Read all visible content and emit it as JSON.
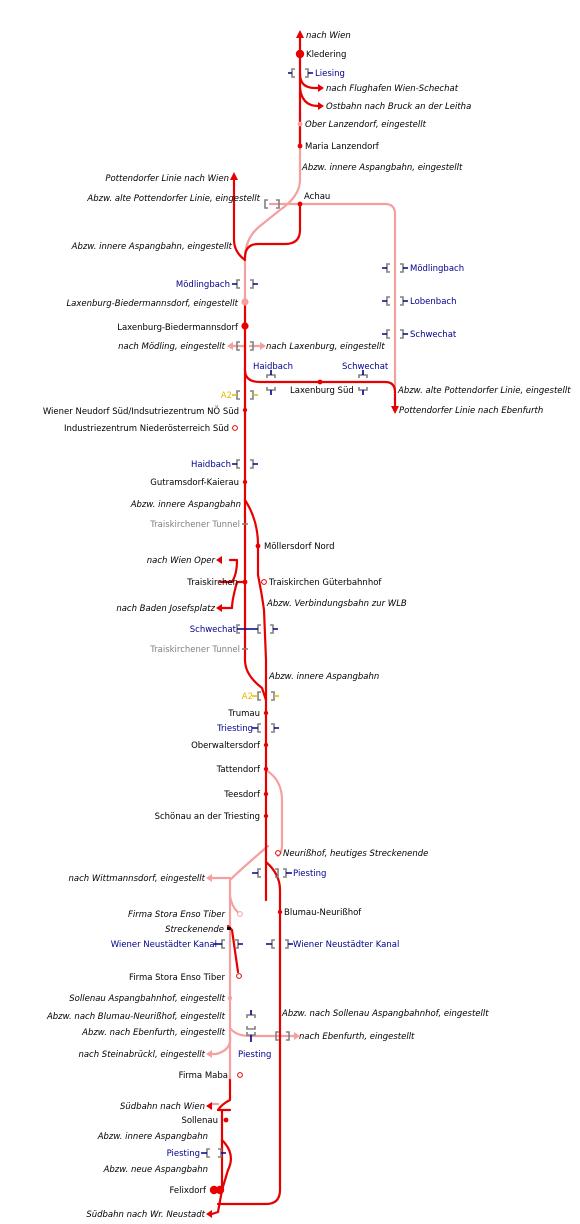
{
  "colors": {
    "line_active": "#e60000",
    "line_disused": "#f5a0a0",
    "water": "#00008b",
    "road": "#e6b800",
    "tunnel": "#808080"
  },
  "labels": {
    "nach_wien": "nach Wien",
    "kledering": "Kledering",
    "liesing": "Liesing",
    "flughafen": "nach Flughafen Wien-Schechat",
    "ostbahn": "Ostbahn nach Bruck an der Leitha",
    "ober_lanzendorf": "Ober Lanzendorf, eingestellt",
    "maria_lanzendorf": "Maria Lanzendorf",
    "abzw_innere_1": "Abzw. innere Aspangbahn, eingestellt",
    "pottendorfer_wien": "Pottendorfer Linie nach Wien",
    "achau": "Achau",
    "abzw_alte_pott_1": "Abzw. alte Pottendorfer Linie, eingestellt",
    "abzw_innere_2": "Abzw. innere Aspangbahn, eingestellt",
    "moedlingbach_r": "Mödlingbach",
    "moedlingbach_l": "Mödlingbach",
    "lobenbach": "Lobenbach",
    "laxenburg_bm_eing": "Laxenburg-Biedermannsdorf, eingestellt",
    "schwechat_r": "Schwechat",
    "laxenburg_bm": "Laxenburg-Biedermannsdorf",
    "nach_moedling": "nach Mödling, eingestellt",
    "nach_laxenburg": "nach Laxenburg, eingestellt",
    "haidbach_top": "Haidbach",
    "schwechat_top": "Schwechat",
    "laxenburg_sued": "Laxenburg Süd",
    "abzw_alte_pott_2": "Abzw. alte Pottendorfer Linie, eingestellt",
    "a2_1": "A2",
    "pott_ebenfurth": "Pottendorfer Linie nach Ebenfurth",
    "wr_neudorf": "Wiener Neudorf Süd/Indsutriezentrum NÖ Süd",
    "iz_noe": "Industriezentrum Niederösterreich Süd",
    "haidbach_2": "Haidbach",
    "gutramsdorf": "Gutramsdorf-Kaierau",
    "abzw_innere_3": "Abzw. innere Aspangbahn",
    "tunnel_1": "Traiskirchener Tunnel",
    "moellersdorf": "Möllersdorf Nord",
    "nach_wien_oper": "nach Wien Oper",
    "traiskirchen": "Traiskirchen",
    "traisk_gbf": "Traiskirchen Güterbahnhof",
    "nach_baden": "nach Baden Josefsplatz",
    "abzw_wlb": "Abzw. Verbindungsbahn zur WLB",
    "schwechat_2": "Schwechat",
    "tunnel_2": "Traiskirchener Tunnel",
    "abzw_innere_4": "Abzw. innere Aspangbahn",
    "a2_2": "A2",
    "trumau": "Trumau",
    "triesting_1": "Triesting",
    "oberwaltersdorf": "Oberwaltersdorf",
    "tattendorf": "Tattendorf",
    "teesdorf": "Teesdorf",
    "schoenau": "Schönau an der Triesting",
    "neurisshof": "Neurißhof, heutiges Streckenende",
    "piesting_1": "Piesting",
    "nach_wittmannsdorf": "nach Wittmannsdorf, eingestellt",
    "blumau": "Blumau-Neurißhof",
    "stora_enso_1": "Firma Stora Enso Tiber",
    "streckenende": "Streckenende",
    "wnk_l": "Wiener Neustädter Kanal",
    "wnk_r": "Wiener Neustädter Kanal",
    "stora_enso_2": "Firma Stora Enso Tiber",
    "sollenau_aspang": "Sollenau Aspangbahnhof, eingestellt",
    "abzw_blumau": "Abzw. nach Blumau-Neurißhof, eingestellt",
    "abzw_sollenau_asp": "Abzw. nach Sollenau Aspangbahnhof, eingestellt",
    "abzw_ebenfurth": "Abzw. nach Ebenfurth, eingestellt",
    "nach_ebenfurth": "nach Ebenfurth, eingestellt",
    "nach_steinabrueckl": "nach Steinabrückl, eingestellt",
    "piesting_2": "Piesting",
    "maba": "Firma Maba",
    "suedbahn_wien": "Südbahn nach Wien",
    "sollenau": "Sollenau",
    "abzw_innere_5": "Abzw. innere Aspangbahn",
    "piesting_3": "Piesting",
    "abzw_neue": "Abzw. neue Aspangbahn",
    "felixdorf": "Felixdorf",
    "suedbahn_wrn": "Südbahn nach Wr. Neustadt"
  }
}
